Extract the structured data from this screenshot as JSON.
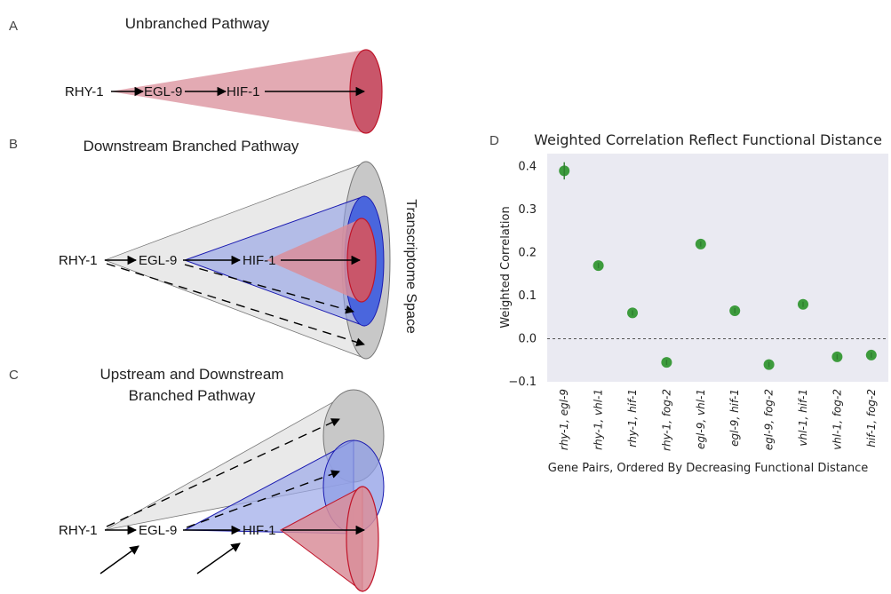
{
  "panel_a": {
    "label": "A",
    "title": "Unbranched Pathway",
    "nodes": [
      "RHY-1",
      "EGL-9",
      "HIF-1"
    ]
  },
  "panel_b": {
    "label": "B",
    "title": "Downstream Branched Pathway",
    "nodes": [
      "RHY-1",
      "EGL-9",
      "HIF-1"
    ],
    "side_label": "Transcriptome Space"
  },
  "panel_c": {
    "label": "C",
    "title_line1": "Upstream and Downstream",
    "title_line2": "Branched Pathway",
    "nodes": [
      "RHY-1",
      "EGL-9",
      "HIF-1"
    ]
  },
  "panel_d": {
    "label": "D"
  },
  "colors": {
    "red_fill": "#d98e9a",
    "red_stroke": "#c0152a",
    "blue_fill": "#4a66dd",
    "blue_stroke": "#1a1ab0",
    "grey_fill": "#cfcfcf",
    "plot_bg": "#eaeaf2",
    "point": "#3d9b3d"
  },
  "chart_data": {
    "type": "scatter",
    "title": "Weighted Correlation Reflect Functional Distance",
    "xlabel": "Gene Pairs, Ordered By Decreasing Functional Distance",
    "ylabel": "Weighted Correlation",
    "categories": [
      "rhy-1, egl-9",
      "rhy-1, vhl-1",
      "rhy-1, hif-1",
      "rhy-1, fog-2",
      "egl-9, vhl-1",
      "egl-9, hif-1",
      "egl-9, fog-2",
      "vhl-1, hif-1",
      "vhl-1, fog-2",
      "hif-1, fog-2"
    ],
    "values": [
      0.39,
      0.17,
      0.06,
      -0.055,
      0.22,
      0.065,
      -0.06,
      0.08,
      -0.042,
      -0.038
    ],
    "errors": [
      0.02,
      0.006,
      0.006,
      0.006,
      0.006,
      0.006,
      0.006,
      0.006,
      0.006,
      0.006
    ],
    "yticks": [
      0.4,
      0.3,
      0.2,
      0.1,
      0.0,
      -0.1
    ],
    "ytick_labels": [
      "0.4",
      "0.3",
      "0.2",
      "0.1",
      "0.0",
      "−0.1"
    ],
    "ylim": [
      -0.1,
      0.43
    ],
    "reference_line": 0.0,
    "grid": false
  }
}
